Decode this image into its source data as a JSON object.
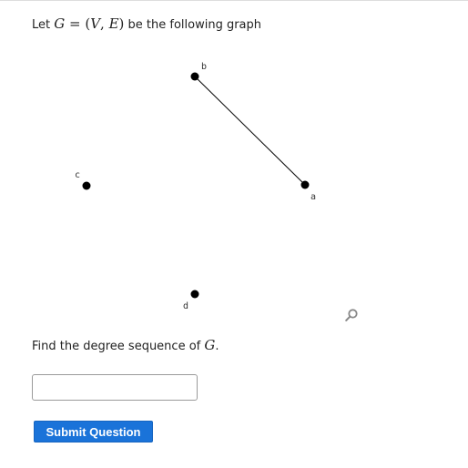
{
  "question": {
    "intro_prefix": "Let",
    "intro_math_g": "G",
    "intro_math_eq": " = (",
    "intro_math_v": "V",
    "intro_math_comma": ", ",
    "intro_math_e": "E",
    "intro_math_close": ")",
    "intro_suffix": " be the following graph",
    "prompt_prefix": "Find the degree sequence of ",
    "prompt_math_g": "G",
    "prompt_suffix": "."
  },
  "graph": {
    "vertices": [
      {
        "id": "b",
        "label": "b"
      },
      {
        "id": "a",
        "label": "a"
      },
      {
        "id": "c",
        "label": "c"
      },
      {
        "id": "d",
        "label": "d"
      }
    ],
    "edges": [
      {
        "from": "b",
        "to": "a"
      }
    ],
    "vertex_color": "#000000",
    "edge_color": "#000000"
  },
  "answer_field": {
    "value": "",
    "placeholder": ""
  },
  "submit": {
    "label": "Submit Question",
    "color": "#1a73d9"
  },
  "icons": {
    "zoom": "magnifier-icon"
  }
}
